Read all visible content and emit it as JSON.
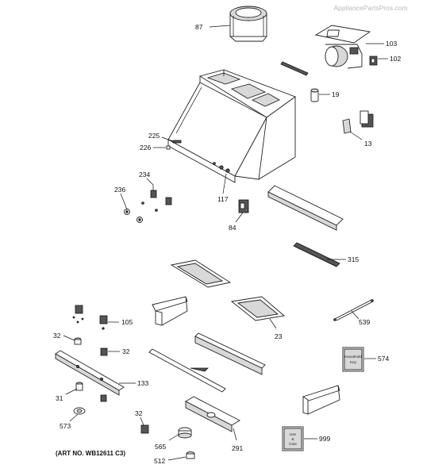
{
  "watermark": "AppliancePartsPros.com",
  "art_number": "(ART NO. WB12611 C3)",
  "callouts": {
    "p87": "87",
    "p103": "103",
    "p102": "102",
    "p19": "19",
    "p13": "13",
    "p225": "225",
    "p226": "226",
    "p234": "234",
    "p236": "236",
    "p117": "117",
    "p84": "84",
    "p315": "315",
    "p105": "105",
    "p32a": "32",
    "p32b": "32",
    "p32c": "32",
    "p23": "23",
    "p539": "539",
    "p574": "574",
    "p133": "133",
    "p31": "31",
    "p573": "573",
    "p565": "565",
    "p291": "291",
    "p999": "999",
    "p512": "512"
  },
  "insert_574": [
    "Household",
    "Key"
  ],
  "insert_999": [
    "Use",
    "&",
    "Care"
  ]
}
